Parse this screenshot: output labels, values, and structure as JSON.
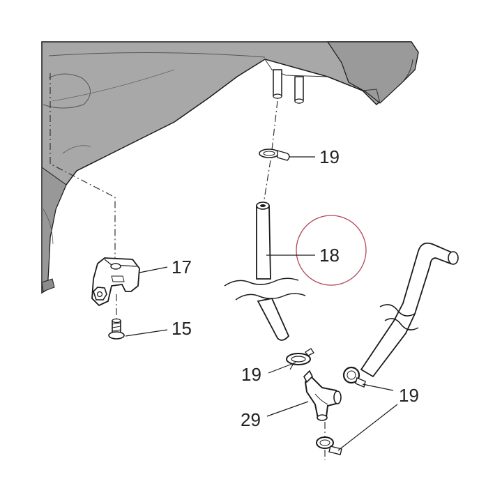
{
  "colors": {
    "body_fill": "#a8a8a8",
    "body_fill_dark": "#909090",
    "outline": "#1a1a1a",
    "line": "#333333",
    "highlight_circle": "#b0485a",
    "part_fill": "#ffffff"
  },
  "callouts": [
    {
      "id": "part-19-top",
      "label": "19"
    },
    {
      "id": "part-18",
      "label": "18"
    },
    {
      "id": "part-17",
      "label": "17"
    },
    {
      "id": "part-15",
      "label": "15"
    },
    {
      "id": "part-19-mid",
      "label": "19"
    },
    {
      "id": "part-19-right",
      "label": "19"
    },
    {
      "id": "part-29",
      "label": "29"
    }
  ],
  "highlighted_part": "18"
}
